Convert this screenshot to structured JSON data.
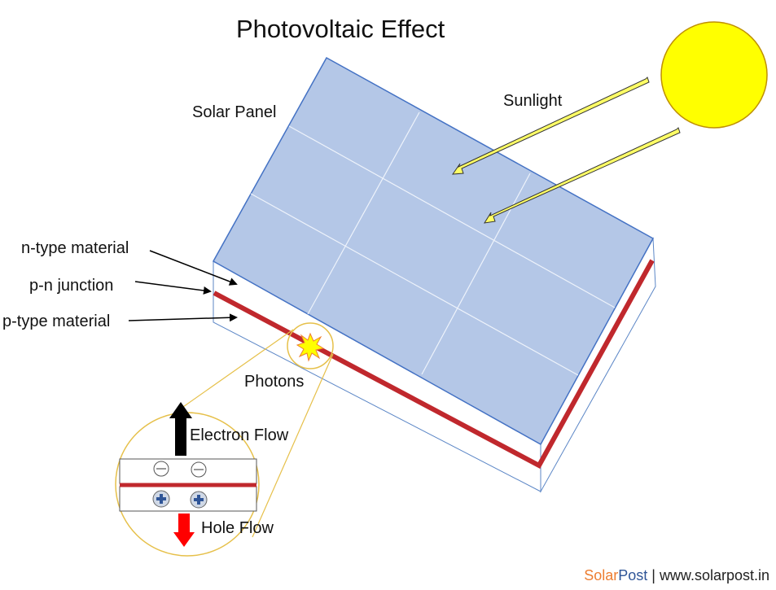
{
  "title": "Photovoltaic Effect",
  "labels": {
    "solar_panel": "Solar Panel",
    "sunlight": "Sunlight",
    "n_type": "n-type material",
    "pn_junction": "p-n junction",
    "p_type": "p-type material",
    "photons": "Photons",
    "electron_flow": "Electron Flow",
    "hole_flow": "Hole Flow"
  },
  "credit": {
    "brand_part1": "Solar",
    "brand_part2": "Post",
    "separator": " | ",
    "url": "www.solarpost.in"
  },
  "colors": {
    "panel_fill": "#b4c7e7",
    "panel_edge": "#4472c4",
    "junction": "#c0282d",
    "sun": "#ffff00",
    "sun_edge": "#bf9000",
    "ray_fill": "#ffff66",
    "zoom_circle": "#e6c04a",
    "electron_arrow": "#000000",
    "hole_arrow": "#ff0000",
    "brand_orange": "#ed7d31",
    "brand_blue": "#2f5597"
  },
  "charges": {
    "electrons": [
      "−",
      "−"
    ],
    "holes": [
      "+",
      "+"
    ]
  }
}
